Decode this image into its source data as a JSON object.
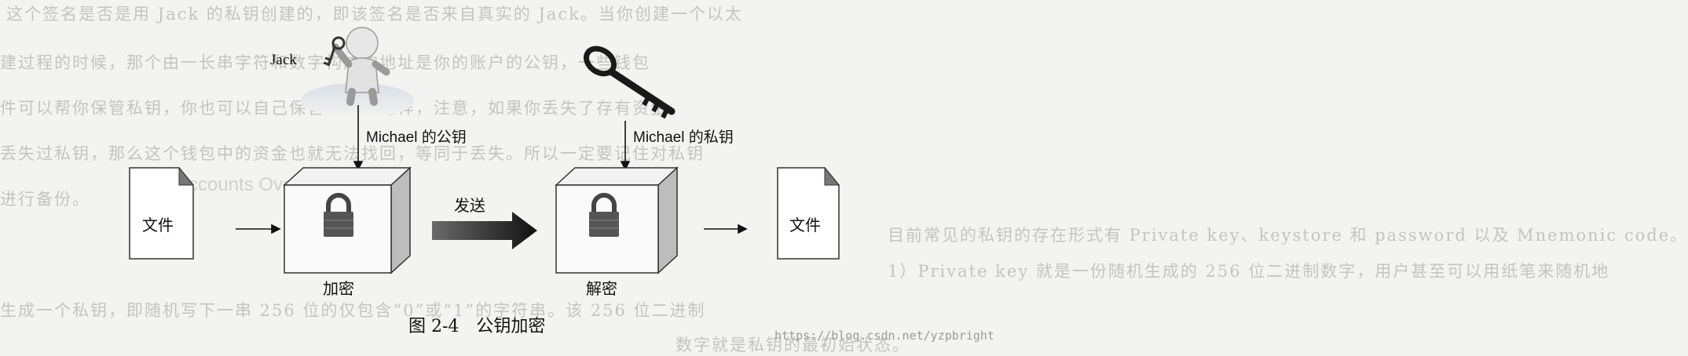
{
  "background_lines": [
    "这个签名是否是用 Jack 的私钥创建的，即该签名是否来自真实的 Jack。当你创建一个以太",
    "建过程的时候，那个由一长串字符和数字构成的地址是你的账户的公钥，一些钱包",
    "件可以帮你保管私钥，你也可以自己保管。不管怎样，注意，如果你丢失了存有资金",
    "丢失过私钥，那么这个钱包中的资金也就无法找回，等同于丢失。所以一定要记住对私钥",
    "进行备份。",
    "目前常见的私钥的存在形式有 Private key、keystore 和 password 以及 Mnemonic code。",
    "1）Private key 就是一份随机生成的 256 位二进制数字，用户甚至可以用纸笔来随机地",
    "生成一个私钥，即随机写下一串 256 位的仅包含“0”或“1”的字符串。该 256 位二进制",
    "数字就是私钥的最初始状态。"
  ],
  "faint_texts": [
    "Accounts Overview"
  ],
  "diagram": {
    "jack_label": "Jack",
    "public_key_label": "Michael 的公钥",
    "private_key_label": "Michael 的私钥",
    "document_label_left": "文件",
    "document_label_right": "文件",
    "send_label": "发送",
    "encrypt_label": "加密",
    "decrypt_label": "解密",
    "caption": "图 2-4　公钥加密"
  },
  "watermark": "https://blog.csdn.net/yzpbright",
  "icons": [
    "person-with-key-icon",
    "key-icon",
    "document-icon",
    "padlock-icon",
    "arrow-icon"
  ]
}
